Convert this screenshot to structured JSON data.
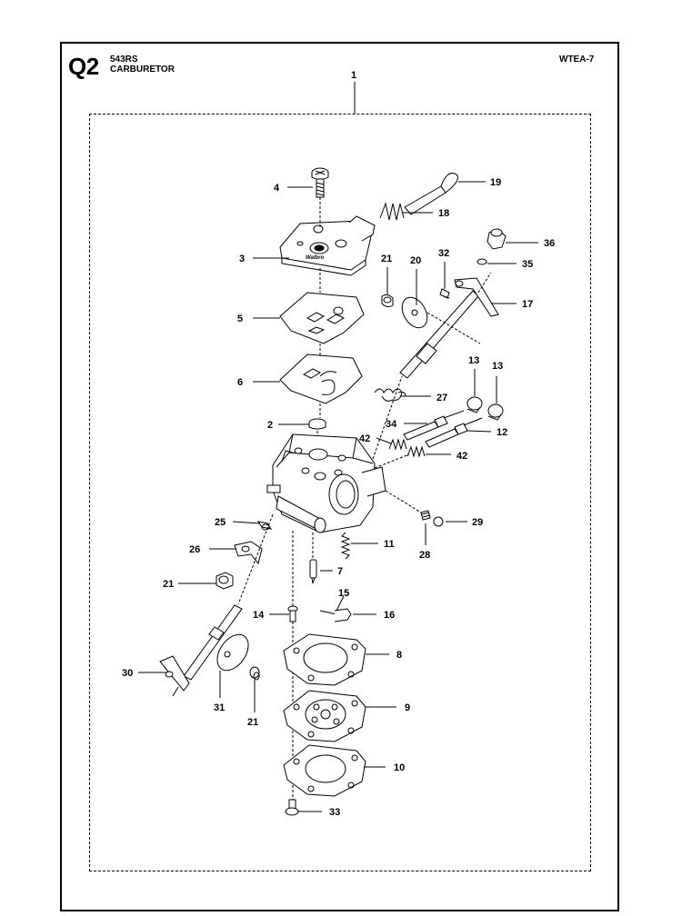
{
  "header": {
    "sheet_code": "Q2",
    "model": "543RS",
    "title": "CARBURETOR",
    "reference": "WTEA-7"
  },
  "callouts": {
    "c1": "1",
    "c2": "2",
    "c3": "3",
    "c4": "4",
    "c5": "5",
    "c6": "6",
    "c7": "7",
    "c8": "8",
    "c9": "9",
    "c10": "10",
    "c11": "11",
    "c12": "12",
    "c13a": "13",
    "c13b": "13",
    "c14": "14",
    "c15": "15",
    "c16": "16",
    "c17": "17",
    "c18": "18",
    "c19": "19",
    "c20": "20",
    "c21a": "21",
    "c21b": "21",
    "c21c": "21",
    "c25": "25",
    "c26": "26",
    "c27": "27",
    "c28": "28",
    "c29": "29",
    "c30": "30",
    "c31": "31",
    "c32": "32",
    "c33": "33",
    "c34": "34",
    "c35": "35",
    "c36": "36",
    "c42a": "42",
    "c42b": "42"
  },
  "logo_text": "Walbro"
}
